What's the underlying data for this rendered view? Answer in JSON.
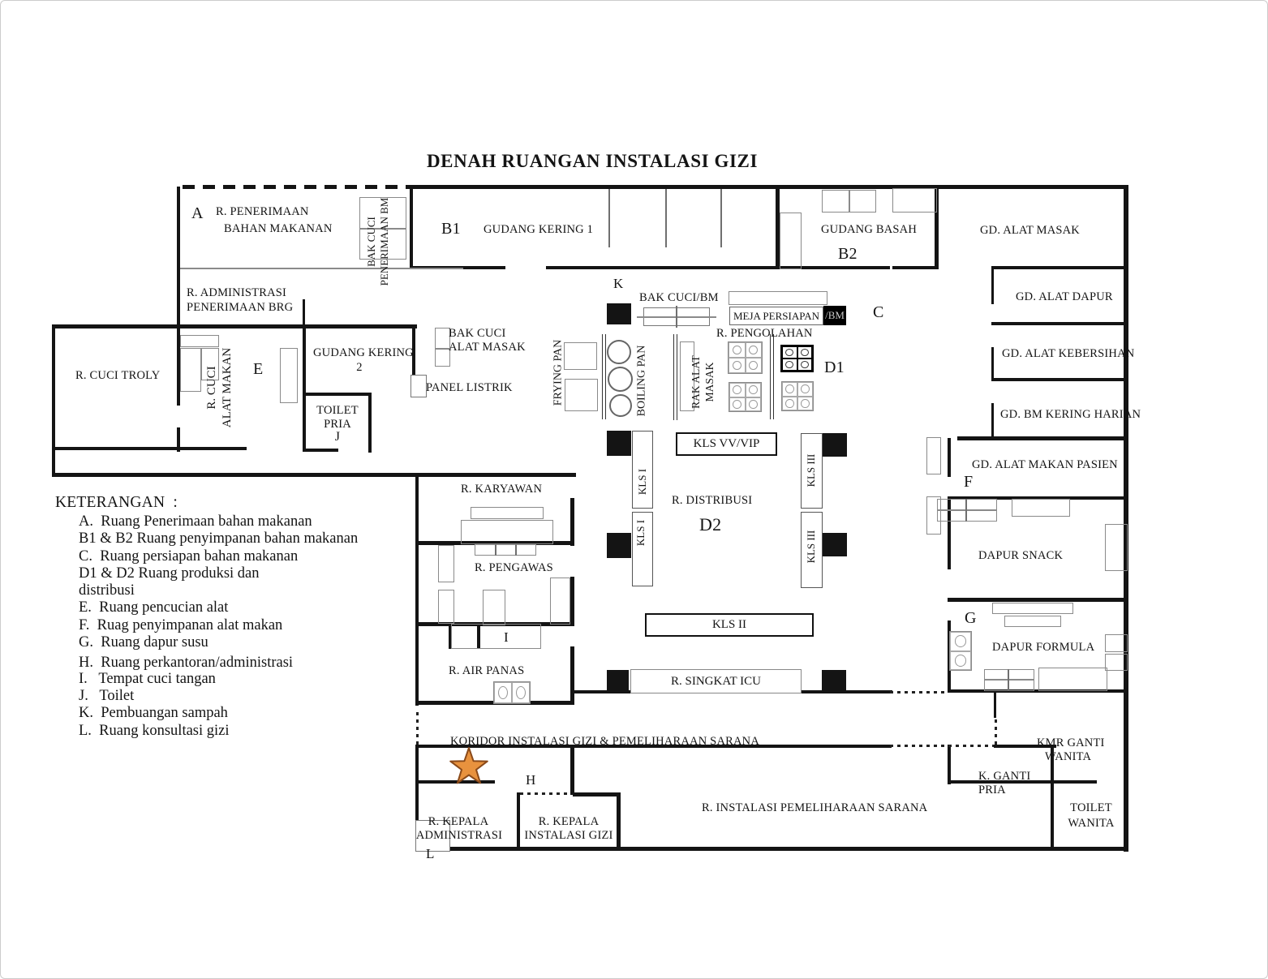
{
  "labels": {
    "title": "DENAH RUANGAN INSTALASI GIZI",
    "a": "A",
    "penerimaan_1": "R. PENERIMAAN",
    "penerimaan_2": "BAHAN MAKANAN",
    "bak_cuci_penerimaan_1": "BAK CUCI",
    "bak_cuci_penerimaan_2": "PENERIMAAN BM",
    "b1": "B1",
    "gudang_kering_1": "GUDANG KERING 1",
    "gudang_basah": "GUDANG BASAH",
    "b2": "B2",
    "gd_alat_masak": "GD. ALAT MASAK",
    "k": "K",
    "bak_cuci_bm": "BAK CUCI/BM",
    "meja_persiapan": "MEJA PERSIAPAN",
    "meja_persiapan_bm": "/BM",
    "c": "C",
    "gd_alat_dapur": "GD. ALAT DAPUR",
    "r_administrasi_1": "R. ADMINISTRASI",
    "r_administrasi_2": "PENERIMAAN BRG",
    "bak_cuci_alat_masak_1": "BAK CUCI",
    "bak_cuci_alat_masak_2": "ALAT MASAK",
    "r_pengolahan": "R. PENGOLAHAN",
    "gd_alat_kebersihan": "GD. ALAT KEBERSIHAN",
    "r_cuci_troly": "R. CUCI TROLY",
    "r_cuci_alat_makan_1": "R. CUCI",
    "r_cuci_alat_makan_2": "ALAT MAKAN",
    "e": "E",
    "gudang_kering_2_1": "GUDANG KERING",
    "gudang_kering_2_2": "2",
    "panel_listrik": "PANEL LISTRIK",
    "frying_pan": "FRYING PAN",
    "boiling_pan": "BOILING PAN",
    "rak_alat_masak_1": "RAK ALAT",
    "rak_alat_masak_2": "MASAK",
    "d1": "D1",
    "toilet_pria_1": "TOILET",
    "toilet_pria_2": "PRIA",
    "toilet_pria_3": "J",
    "gd_bm_kering": "GD. BM KERING HARIAN",
    "kls_vvip": "KLS VV/VIP",
    "kls_i": "KLS I",
    "kls_iii": "KLS III",
    "gd_alat_makan_pasien": "GD. ALAT MAKAN PASIEN",
    "f": "F",
    "r_karyawan": "R. KARYAWAN",
    "r_distribusi": "R. DISTRIBUSI",
    "d2": "D2",
    "r_pengawas": "R. PENGAWAS",
    "dapur_snack": "DAPUR SNACK",
    "kls_ii": "KLS II",
    "g": "G",
    "dapur_formula": "DAPUR FORMULA",
    "i": "I",
    "r_air_panas": "R. AIR PANAS",
    "r_singkat_icu": "R. SINGKAT ICU",
    "koridor": "KORIDOR  INSTALASI  GIZI & PEMELIHARAAN  SARANA",
    "kmr_ganti_1": "KMR GANTI",
    "kmr_ganti_2": "WANITA",
    "h": "H",
    "k_ganti_1": "K. GANTI",
    "k_ganti_2": "PRIA",
    "r_kepala_adm_1": "R. KEPALA",
    "r_kepala_adm_2": "ADMINISTRASI",
    "l": "L",
    "r_kepala_gizi_1": "R. KEPALA",
    "r_kepala_gizi_2": "INSTALASI GIZI",
    "r_instalasi": "R. INSTALASI PEMELIHARAAN SARANA",
    "toilet_wanita_1": "TOILET",
    "toilet_wanita_2": "WANITA"
  },
  "legend": {
    "title": "KETERANGAN  :",
    "items": [
      "A.  Ruang Penerimaan bahan makanan",
      "B1 & B2 Ruang penyimpanan bahan makanan",
      "C.  Ruang persiapan bahan makanan",
      "D1 & D2 Ruang produksi dan",
      "distribusi",
      "E.  Ruang pencucian alat",
      "F.  Ruag penyimpanan alat makan",
      "G.  Ruang dapur susu",
      "H.  Ruang perkantoran/administrasi",
      "I.   Tempat cuci tangan",
      "J.   Toilet",
      "K.  Pembuangan sampah",
      "L.  Ruang konsultasi gizi"
    ]
  },
  "colors": {
    "wall": "#141414",
    "fixture": "#8a8a8a",
    "black_block": "#000000",
    "star_fill": "#e8923e",
    "star_stroke": "#8a4a1a"
  }
}
